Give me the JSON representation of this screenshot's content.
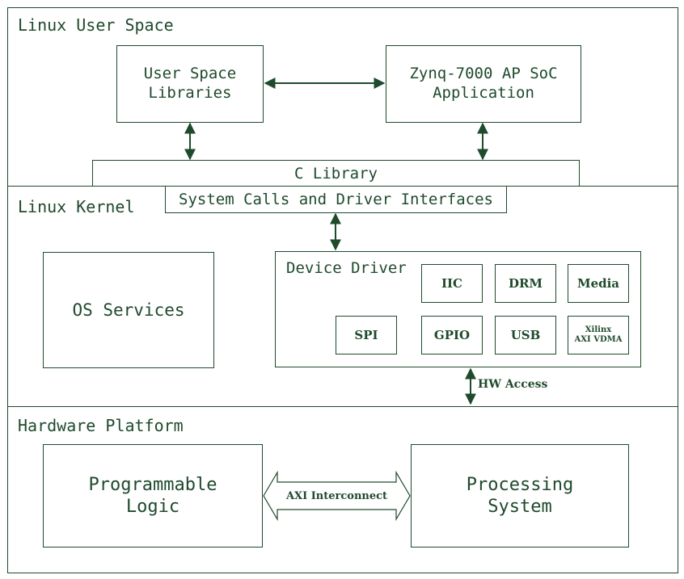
{
  "colors": {
    "stroke": "#1f4a2c",
    "background": "#ffffff"
  },
  "layers": {
    "user_space": "Linux User Space",
    "kernel": "Linux Kernel",
    "hardware": "Hardware Platform"
  },
  "user_space": {
    "libraries": "User Space\nLibraries",
    "application": "Zynq-7000 AP SoC\nApplication",
    "c_library": "C Library"
  },
  "kernel": {
    "syscalls": "System Calls and Driver Interfaces",
    "os_services": "OS Services",
    "device_driver": {
      "title": "Device Driver",
      "drivers": [
        "IIC",
        "DRM",
        "Media",
        "SPI",
        "GPIO",
        "USB",
        "Xilinx\nAXI VDMA"
      ]
    },
    "hw_access": "HW Access"
  },
  "hardware": {
    "programmable_logic": "Programmable\nLogic",
    "interconnect": "AXI Interconnect",
    "processing_system": "Processing\nSystem"
  }
}
